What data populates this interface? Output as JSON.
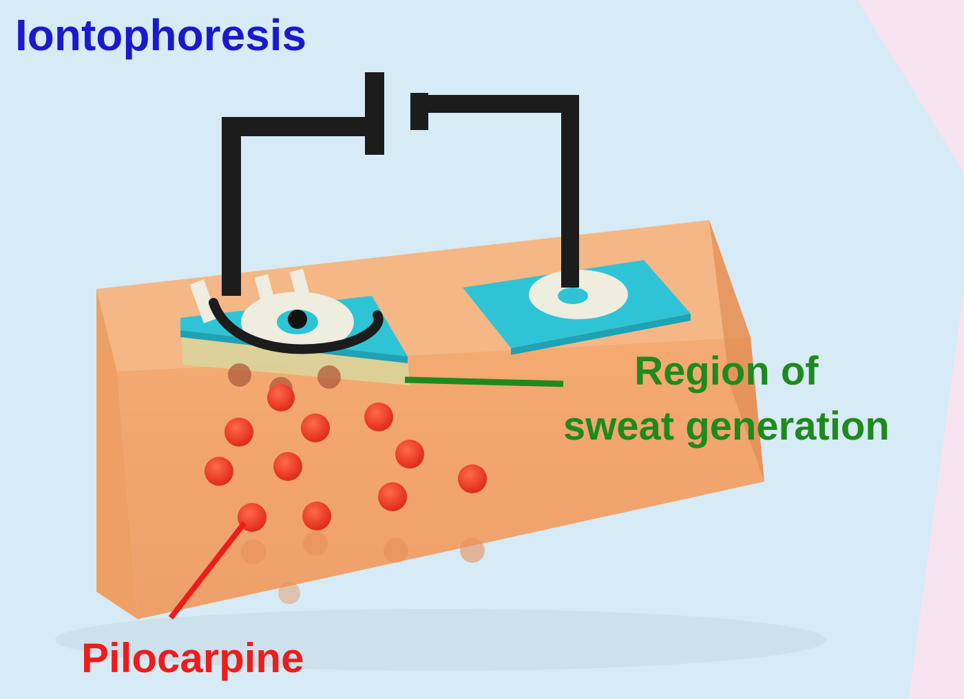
{
  "title": "Iontophoresis",
  "labels": {
    "region_line1": "Region of",
    "region_line2": "sweat generation",
    "pilocarpine": "Pilocarpine"
  },
  "colors": {
    "background": "#d6ebf5",
    "title": "#1a1acc",
    "region_label": "#1e8a1e",
    "pilocarpine_label": "#ee1c1c",
    "skin_front": "#f2a268",
    "skin_top": "#f6b47e",
    "skin_side": "#e08c52",
    "electrode_pad": "#2ec4d6",
    "wire": "#1c1c1c",
    "electrode_metal": "#efece0",
    "drug_particle": "#ee3322"
  },
  "icons": {
    "battery": "battery-symbol-icon",
    "electrode": "electrode-icon",
    "particle": "pilocarpine-particle-icon"
  }
}
